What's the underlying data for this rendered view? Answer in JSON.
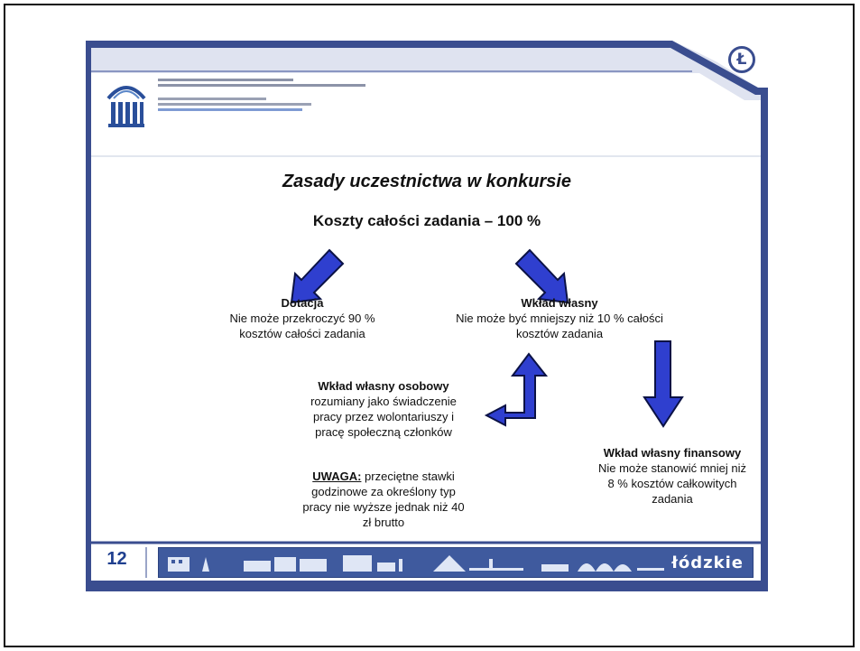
{
  "slide": {
    "title": "Zasady uczestnictwa w konkursie",
    "subtitle": "Koszty całości zadania – 100 %",
    "page_number": "12",
    "corner_logo_letter": "Ł",
    "footer_brand": "łódzkie",
    "blocks": {
      "dotacja": {
        "heading": "Dotacja",
        "lines": [
          "Nie może przekroczyć 90 %",
          "kosztów całości zadania"
        ]
      },
      "wklad_wlasny": {
        "heading": "Wkład własny",
        "lines": [
          "Nie może być mniejszy niż 10 % całości",
          "kosztów zadania"
        ]
      },
      "wklad_osobowy": {
        "heading": "Wkład własny osobowy",
        "lines": [
          "rozumiany jako świadczenie",
          "pracy przez wolontariuszy i",
          "pracę społeczną członków"
        ]
      },
      "uwaga": {
        "label": "UWAGA:",
        "first_line_rest": " przeciętne stawki",
        "lines": [
          "godzinowe za określony typ",
          "pracy nie wyższe jednak niż 40",
          "zł brutto"
        ]
      },
      "wklad_finansowy": {
        "heading": "Wkład własny finansowy",
        "lines": [
          "Nie może stanowić mniej niż",
          "8 % kosztów całkowitych",
          "zadania"
        ]
      }
    },
    "colors": {
      "frame_blue": "#3a4d8f",
      "arrow_blue": "#2f3fcf",
      "arrow_outline": "#0b1245",
      "header_logo_blue": "#2a4f9a"
    },
    "icons": [
      "header-logo-icon",
      "corner-logo-icon",
      "skyline-banner-image"
    ]
  }
}
